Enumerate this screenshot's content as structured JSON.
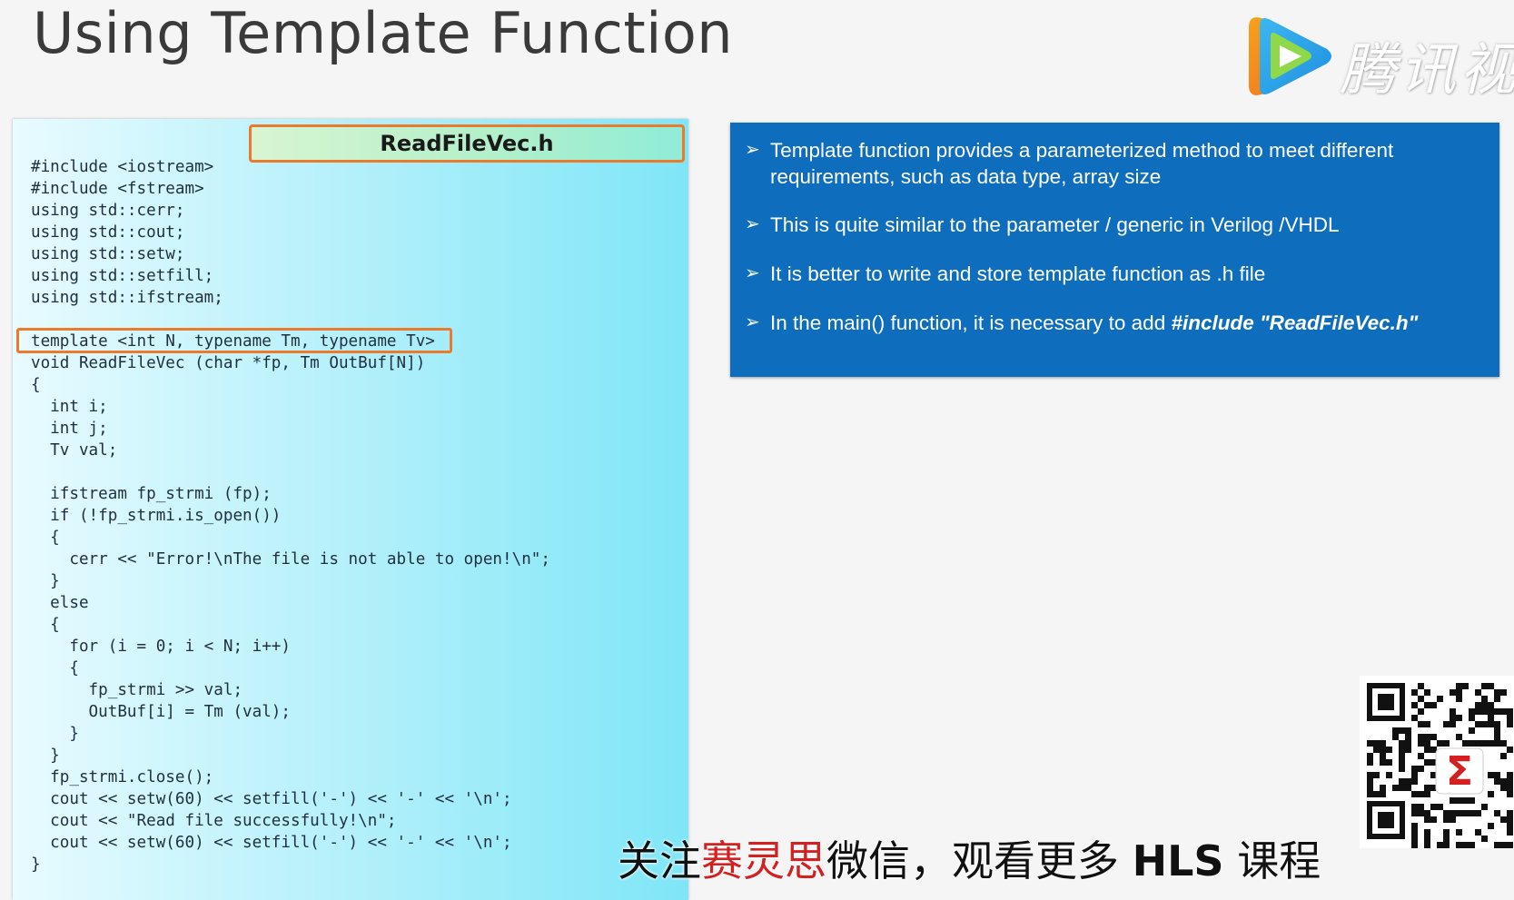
{
  "slide": {
    "title": "Using Template Function"
  },
  "logo": {
    "text": "腾讯视频",
    "icon": "play-icon"
  },
  "code_panel": {
    "file_name": "ReadFileVec.h",
    "header_lines": "#include <iostream>\n#include <fstream>\nusing std::cerr;\nusing std::cout;\nusing std::setw;\nusing std::setfill;\nusing std::ifstream;",
    "template_line": "template <int N, typename Tm, typename Tv>",
    "body_lines": "void ReadFileVec (char *fp, Tm OutBuf[N])\n{\n  int i;\n  int j;\n  Tv val;\n\n  ifstream fp_strmi (fp);\n  if (!fp_strmi.is_open())\n  {\n    cerr << \"Error!\\nThe file is not able to open!\\n\";\n  }\n  else\n  {\n    for (i = 0; i < N; i++)\n    {\n      fp_strmi >> val;\n      OutBuf[i] = Tm (val);\n    }\n  }\n  fp_strmi.close();\n  cout << setw(60) << setfill('-') << '-' << '\\n';\n  cout << \"Read file successfully!\\n\";\n  cout << setw(60) << setfill('-') << '-' << '\\n';\n}"
  },
  "info": {
    "bullet_glyph": "➢",
    "bullets": [
      "Template function provides a parameterized method to meet different requirements, such as data type, array size",
      "This is quite similar to the parameter / generic in Verilog /VHDL",
      "It is better to write and store template function as .h file"
    ],
    "last_bullet_prefix": "In the main() function, it is necessary to add ",
    "last_bullet_code": "#include \"ReadFileVec.h\""
  },
  "caption": {
    "part1": "关注",
    "part2": "赛灵思",
    "part3": "微信，观看更多 ",
    "part4": "HLS",
    "part5": " 课程"
  },
  "colors": {
    "accent_orange": "#ec7a2c",
    "info_blue": "#0f6dbd",
    "caption_red": "#d42020"
  }
}
